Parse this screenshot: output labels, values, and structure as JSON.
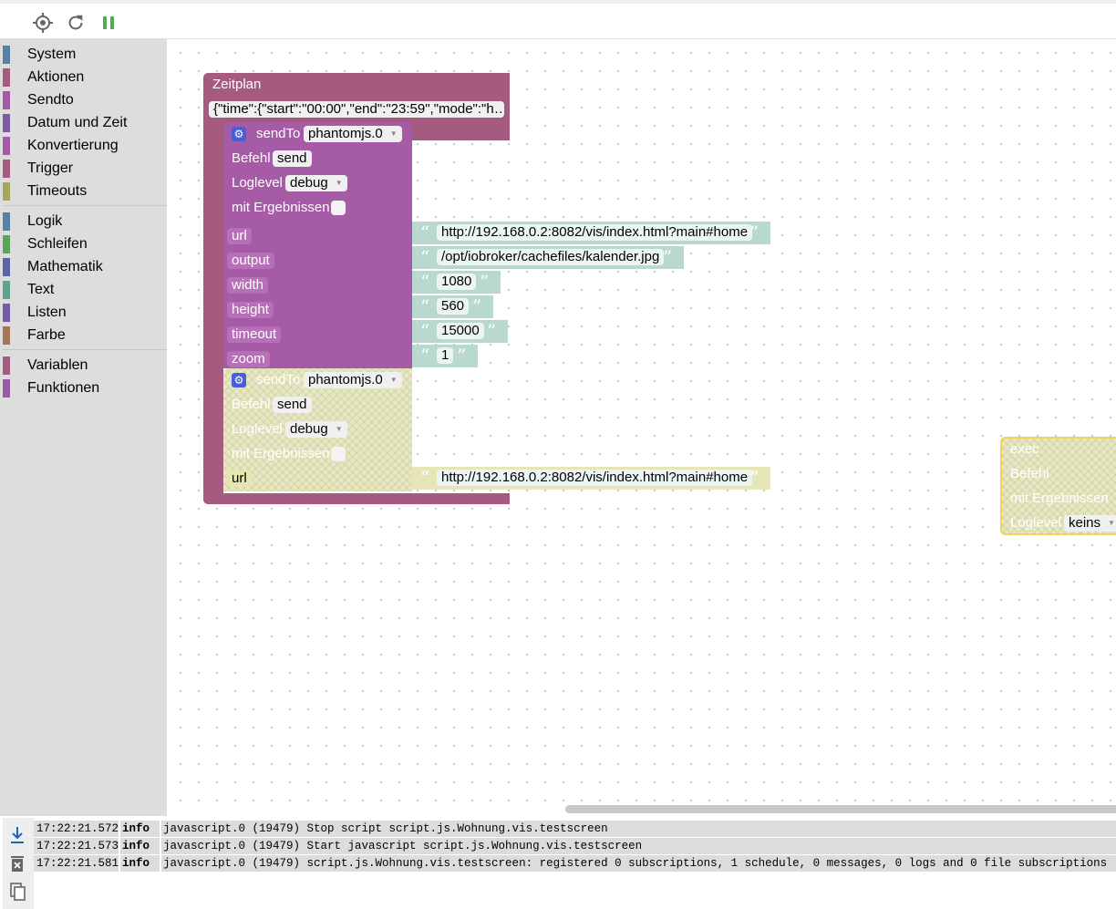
{
  "toolbar": {
    "icons": [
      "crosshair-icon",
      "refresh-icon",
      "pause-icon"
    ],
    "pause_color": "#4caf50"
  },
  "sidebar": {
    "groups": [
      [
        {
          "label": "System",
          "color": "#5b80a5"
        },
        {
          "label": "Aktionen",
          "color": "#a55b80"
        },
        {
          "label": "Sendto",
          "color": "#a55ba5"
        },
        {
          "label": "Datum und Zeit",
          "color": "#805ba5"
        },
        {
          "label": "Konvertierung",
          "color": "#a55ba5"
        },
        {
          "label": "Trigger",
          "color": "#a55b80"
        },
        {
          "label": "Timeouts",
          "color": "#a5a55b"
        }
      ],
      [
        {
          "label": "Logik",
          "color": "#5b80a5"
        },
        {
          "label": "Schleifen",
          "color": "#5ba55b"
        },
        {
          "label": "Mathematik",
          "color": "#5b67a5"
        },
        {
          "label": "Text",
          "color": "#5ba58c"
        },
        {
          "label": "Listen",
          "color": "#745ba5"
        },
        {
          "label": "Farbe",
          "color": "#a5745b"
        }
      ],
      [
        {
          "label": "Variablen",
          "color": "#a55b80"
        },
        {
          "label": "Funktionen",
          "color": "#995ba5"
        }
      ]
    ]
  },
  "workspace": {
    "schedule_block": {
      "title": "Zeitplan",
      "value": "{\"time\":{\"start\":\"00:00\",\"end\":\"23:59\",\"mode\":\"h…",
      "color": "#a55b80"
    },
    "sendto_block": {
      "label": "sendTo",
      "instance": "phantomjs.0",
      "befehl_label": "Befehl",
      "befehl_value": "send",
      "loglevel_label": "Loglevel",
      "loglevel_value": "debug",
      "results_label": "mit Ergebnissen",
      "color": "#a55ba5",
      "params": [
        {
          "name": "url",
          "value": "http://192.168.0.2:8082/vis/index.html?main#home"
        },
        {
          "name": "output",
          "value": "/opt/iobroker/cachefiles/kalender.jpg"
        },
        {
          "name": "width",
          "value": "1080"
        },
        {
          "name": "height",
          "value": "560"
        },
        {
          "name": "timeout",
          "value": "15000"
        },
        {
          "name": "zoom",
          "value": "1"
        }
      ]
    },
    "sendto_disabled": {
      "label": "sendTo",
      "instance": "phantomjs.0",
      "befehl_label": "Befehl",
      "befehl_value": "send",
      "loglevel_label": "Loglevel",
      "loglevel_value": "debug",
      "results_label": "mit Ergebnissen",
      "param_name": "url",
      "param_value": "http://192.168.0.2:8082/vis/index.html?main#home"
    },
    "exec_block": {
      "title": "exec",
      "befehl_label": "Befehl",
      "results_label": "mit Ergebnissen",
      "loglevel_label": "Loglevel",
      "loglevel_value": "keins"
    }
  },
  "log": {
    "entries": [
      {
        "time": "17:22:21.572",
        "level": "info",
        "message": "javascript.0 (19479) Stop script script.js.Wohnung.vis.testscreen"
      },
      {
        "time": "17:22:21.573",
        "level": "info",
        "message": "javascript.0 (19479) Start javascript script.js.Wohnung.vis.testscreen"
      },
      {
        "time": "17:22:21.581",
        "level": "info",
        "message": "javascript.0 (19479) script.js.Wohnung.vis.testscreen: registered 0 subscriptions, 1 schedule, 0 messages, 0 logs and 0 file subscriptions"
      }
    ],
    "icons": [
      "scroll-down-icon",
      "clear-log-icon",
      "copy-icon"
    ]
  }
}
